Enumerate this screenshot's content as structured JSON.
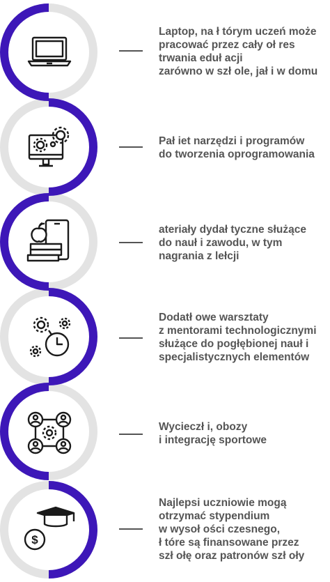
{
  "colors": {
    "accent": "#3d17b8",
    "ring": "#e3e3e3",
    "text": "#555555",
    "icon": "#1a1a1a"
  },
  "items": [
    {
      "icon": "laptop-icon",
      "text": "Laptop, na ł tórym uczeń może\npracować przez cały oł res\ntrwania eduł acji\nzarówno w szł ole, jał  i w domu"
    },
    {
      "icon": "computer-gears-icon",
      "text": "Pał iet narzędzi i programów\ndo tworzenia oprogramowania"
    },
    {
      "icon": "tablet-books-apple-icon",
      "text": " ateriały dydał tyczne służące\ndo nauł i zawodu, w tym\nnagrania z lełcji"
    },
    {
      "icon": "gears-clock-icon",
      "text": "Dodatł owe warsztaty\nz mentorami technologicznymi\nsłużące do pogłębionej nauł i\nspecjalistycznych elementów"
    },
    {
      "icon": "people-network-gear-icon",
      "text": "Wycieczł i, obozy\ni integrację sportowe"
    },
    {
      "icon": "graduation-cap-dollar-icon",
      "text": "Najlepsi uczniowie mogą\notrzymać stypendium\nw wysoł ości czesnego,\nł tóre są finansowane przez\nszł ołę oraz patronów szł oły"
    }
  ]
}
